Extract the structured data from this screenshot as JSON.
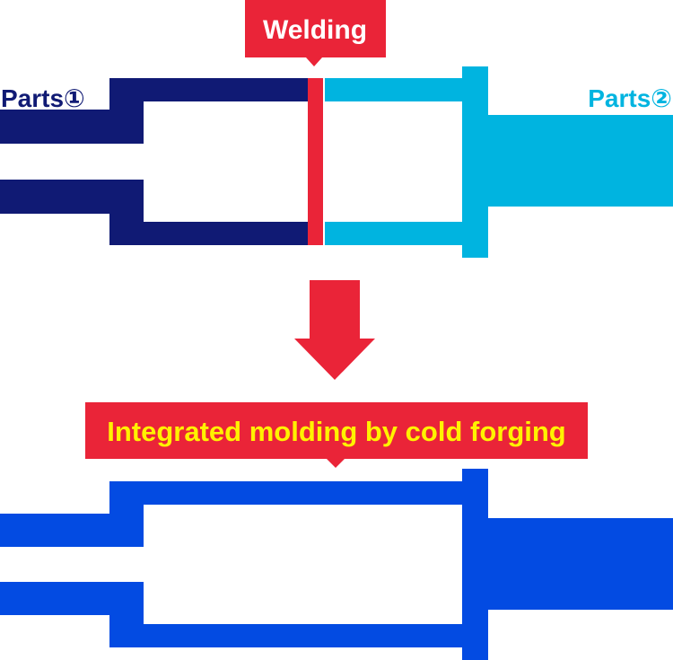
{
  "labels": {
    "welding": "Welding",
    "part1": "Parts①",
    "part2": "Parts②",
    "integrated": "Integrated molding by cold forging"
  },
  "colors": {
    "part1": "#101a74",
    "part2": "#00b4e0",
    "weld": "#ea2438",
    "integrated": "#034be2",
    "integrated_text": "#fff200",
    "white": "#ffffff"
  }
}
